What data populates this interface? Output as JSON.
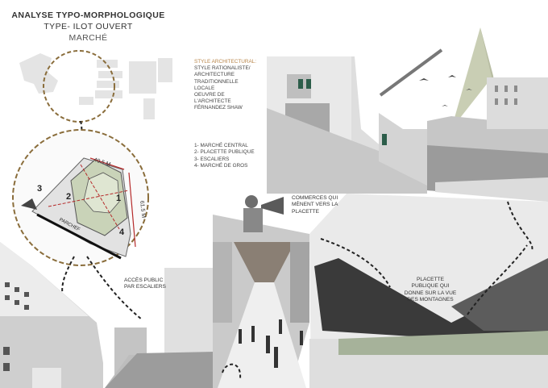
{
  "title": {
    "line1": "ANALYSE TYPO-MORPHOLOGIQUE",
    "line2": "TYPE- ILOT OUVERT",
    "line3": "MARCHÉ"
  },
  "style_block": {
    "heading": "STYLE ARCHITECTURAL:",
    "line1": "STYLE RATIONALISTE/",
    "line2": "ARCHITECTURE",
    "line3": "TRADITIONNELLE",
    "line4": "LOCALE",
    "line5": "OEUVRE DE",
    "line6": "L'ARCHITECTE",
    "line7": "FÉRNANDEZ SHAW"
  },
  "legend": [
    "1- MARCHÉ CENTRAL",
    "2- PLACETTE PUBLIQUE",
    "3- ESCALIERS",
    "4- MARCHÉ DE GROS"
  ],
  "plan": {
    "dim_top": "40.5 M",
    "dim_right": "61.5 M",
    "street": "PARCHEF",
    "labels": [
      "1",
      "2",
      "3",
      "4"
    ]
  },
  "notes": {
    "commerces": [
      "COMMERCES QUI",
      "MÈNENT VERS LA",
      "PLACETTE"
    ],
    "acces": [
      "ACCÈS PUBLIC",
      "PAR ESCALIERS"
    ],
    "placette": [
      "PLACETTE",
      "PUBLIQUE QUI",
      "DONNE SUR LA VUE",
      "DES MONTAGNES"
    ]
  },
  "colors": {
    "accent": "#b8864a",
    "dashed_circle": "#8a6d3b",
    "red_dim": "#b52a2a",
    "green_plan": "#c9d3b8"
  }
}
